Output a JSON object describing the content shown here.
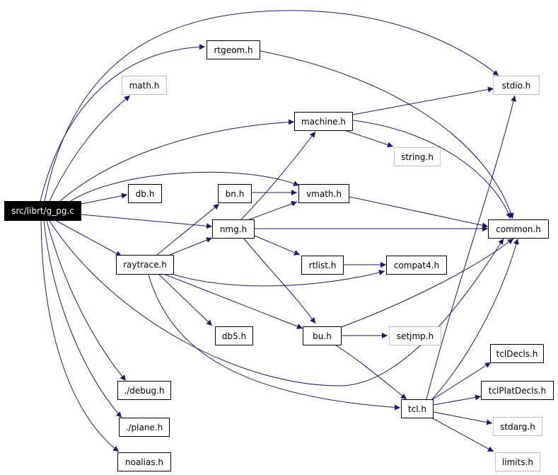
{
  "colors": {
    "edge": "#191970",
    "node_border": "#000000",
    "external_border": "#bfbfbf",
    "root_fill": "#000000",
    "root_text": "#ffffff"
  },
  "nodes": {
    "root": "src/librt/g_pg.c",
    "rtgeom": "rtgeom.h",
    "math": "math.h",
    "stdio": "stdio.h",
    "machine": "machine.h",
    "string": "string.h",
    "db": "db.h",
    "bn": "bn.h",
    "vmath": "vmath.h",
    "nmg": "nmg.h",
    "common": "common.h",
    "raytrace": "raytrace.h",
    "rtlist": "rtlist.h",
    "compat4": "compat4.h",
    "db5": "db5.h",
    "bu": "bu.h",
    "setjmp": "setjmp.h",
    "tclDecls": "tclDecls.h",
    "debug": "./debug.h",
    "tclPlatDecls": "tclPlatDecls.h",
    "tcl": "tcl.h",
    "plane": "./plane.h",
    "stdarg": "stdarg.h",
    "noalias": "noalias.h",
    "limits": "limits.h"
  }
}
